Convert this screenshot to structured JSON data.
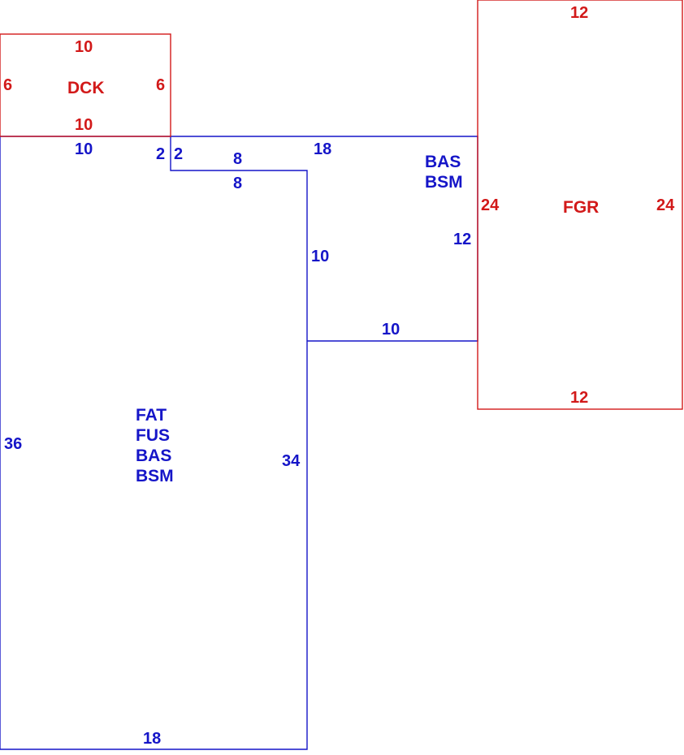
{
  "colors": {
    "main": "#1515c8",
    "attached": "#d21919"
  },
  "main_area": {
    "labels": [
      "FAT",
      "FUS",
      "BAS",
      "BSM"
    ],
    "dims": {
      "top_left": "10",
      "step_a": "2",
      "step_b": "2",
      "notch_top": "8",
      "notch_bottom": "8",
      "top_right": "18",
      "left": "36",
      "inner_right": "34",
      "bottom": "18",
      "wing_left": "10",
      "wing_right": "12",
      "wing_bottom": "10"
    }
  },
  "wing_area": {
    "labels": [
      "BAS",
      "BSM"
    ]
  },
  "dck": {
    "label": "DCK",
    "dims": {
      "top": "10",
      "bottom": "10",
      "left": "6",
      "right": "6"
    }
  },
  "fgr": {
    "label": "FGR",
    "dims": {
      "top": "12",
      "bottom": "12",
      "left": "24",
      "right": "24"
    }
  }
}
